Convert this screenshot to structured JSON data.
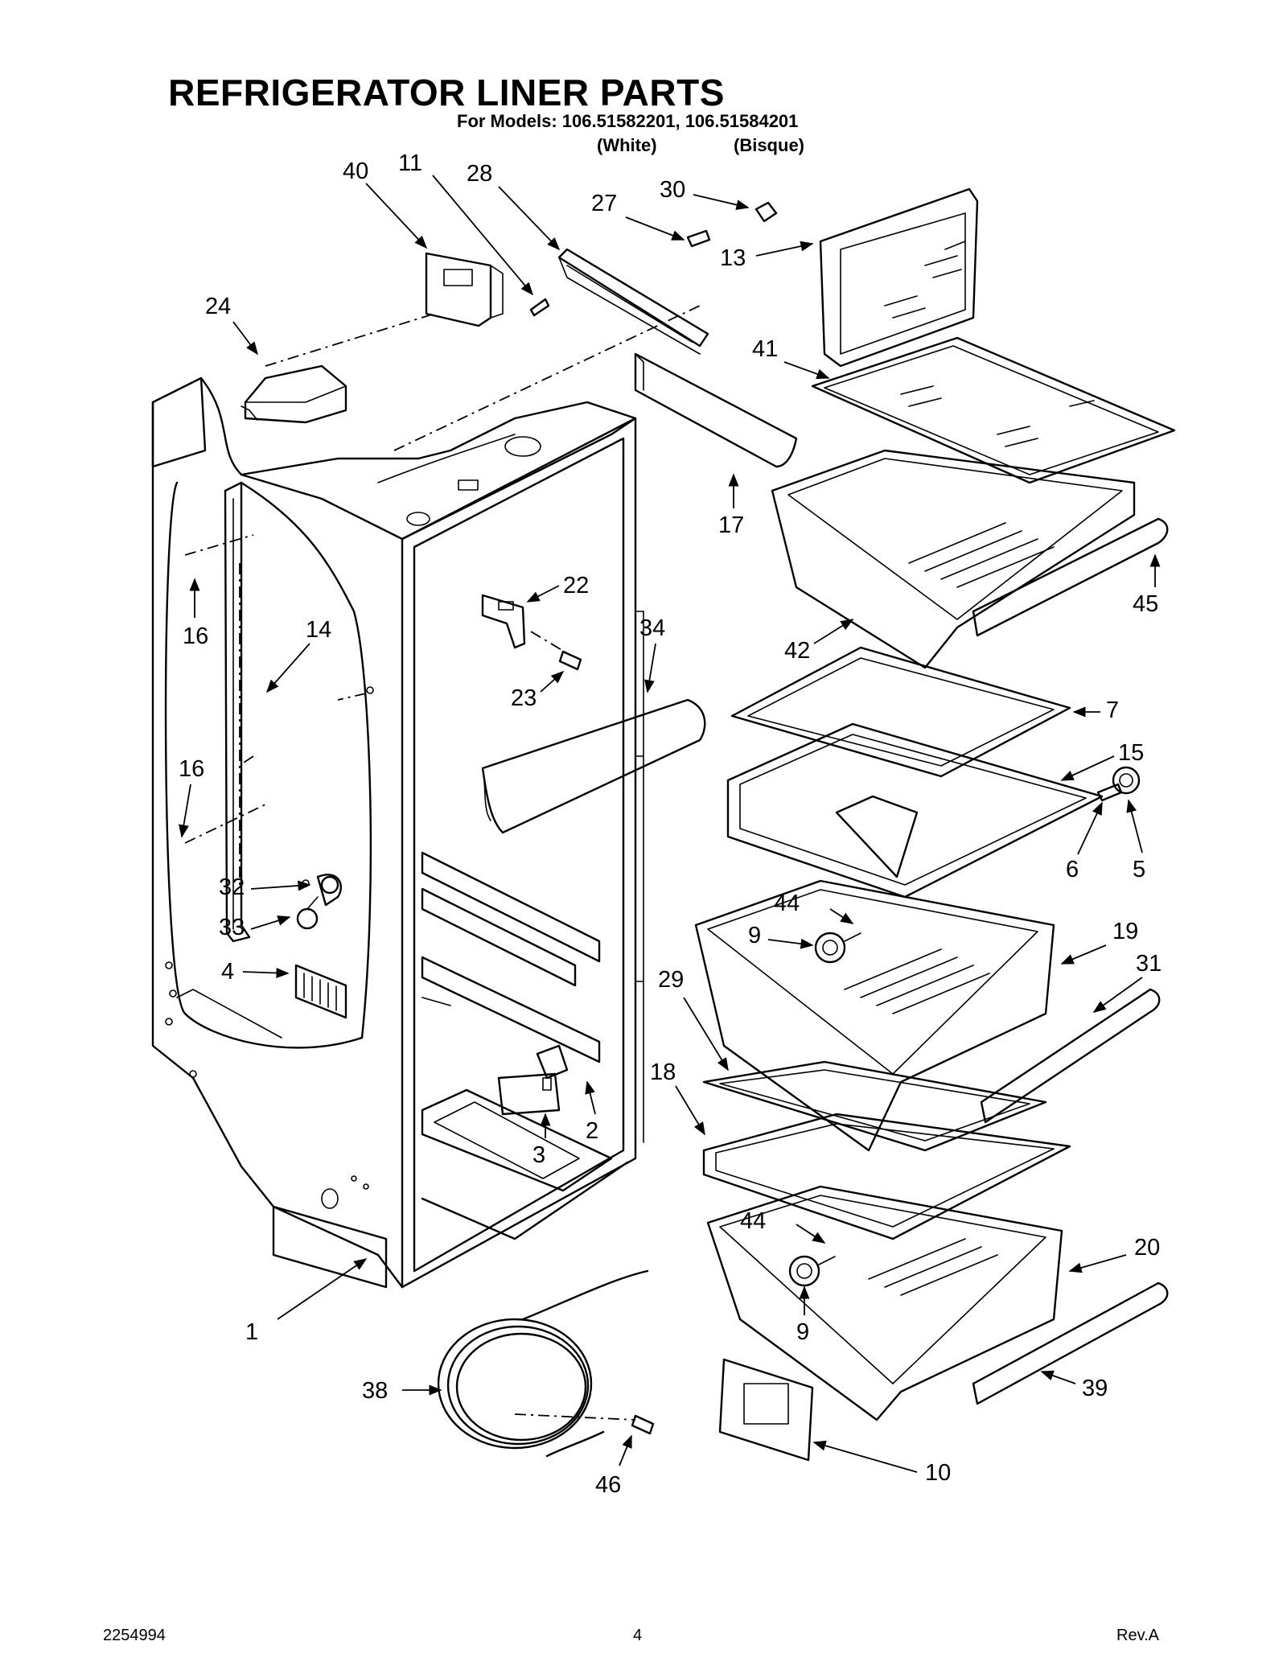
{
  "header": {
    "title": "REFRIGERATOR LINER PARTS",
    "models_line": "For Models: 106.51582201, 106.51584201",
    "variant_white": "(White)",
    "variant_bisque": "(Bisque)"
  },
  "callouts": [
    "1",
    "2",
    "3",
    "4",
    "5",
    "6",
    "7",
    "9",
    "9",
    "10",
    "11",
    "13",
    "14",
    "15",
    "16",
    "16",
    "17",
    "18",
    "19",
    "20",
    "22",
    "23",
    "24",
    "27",
    "28",
    "29",
    "30",
    "31",
    "32",
    "33",
    "34",
    "38",
    "39",
    "40",
    "41",
    "42",
    "44",
    "44",
    "45",
    "46"
  ],
  "footer": {
    "doc_number": "2254994",
    "page_number": "4",
    "revision": "Rev.A"
  }
}
